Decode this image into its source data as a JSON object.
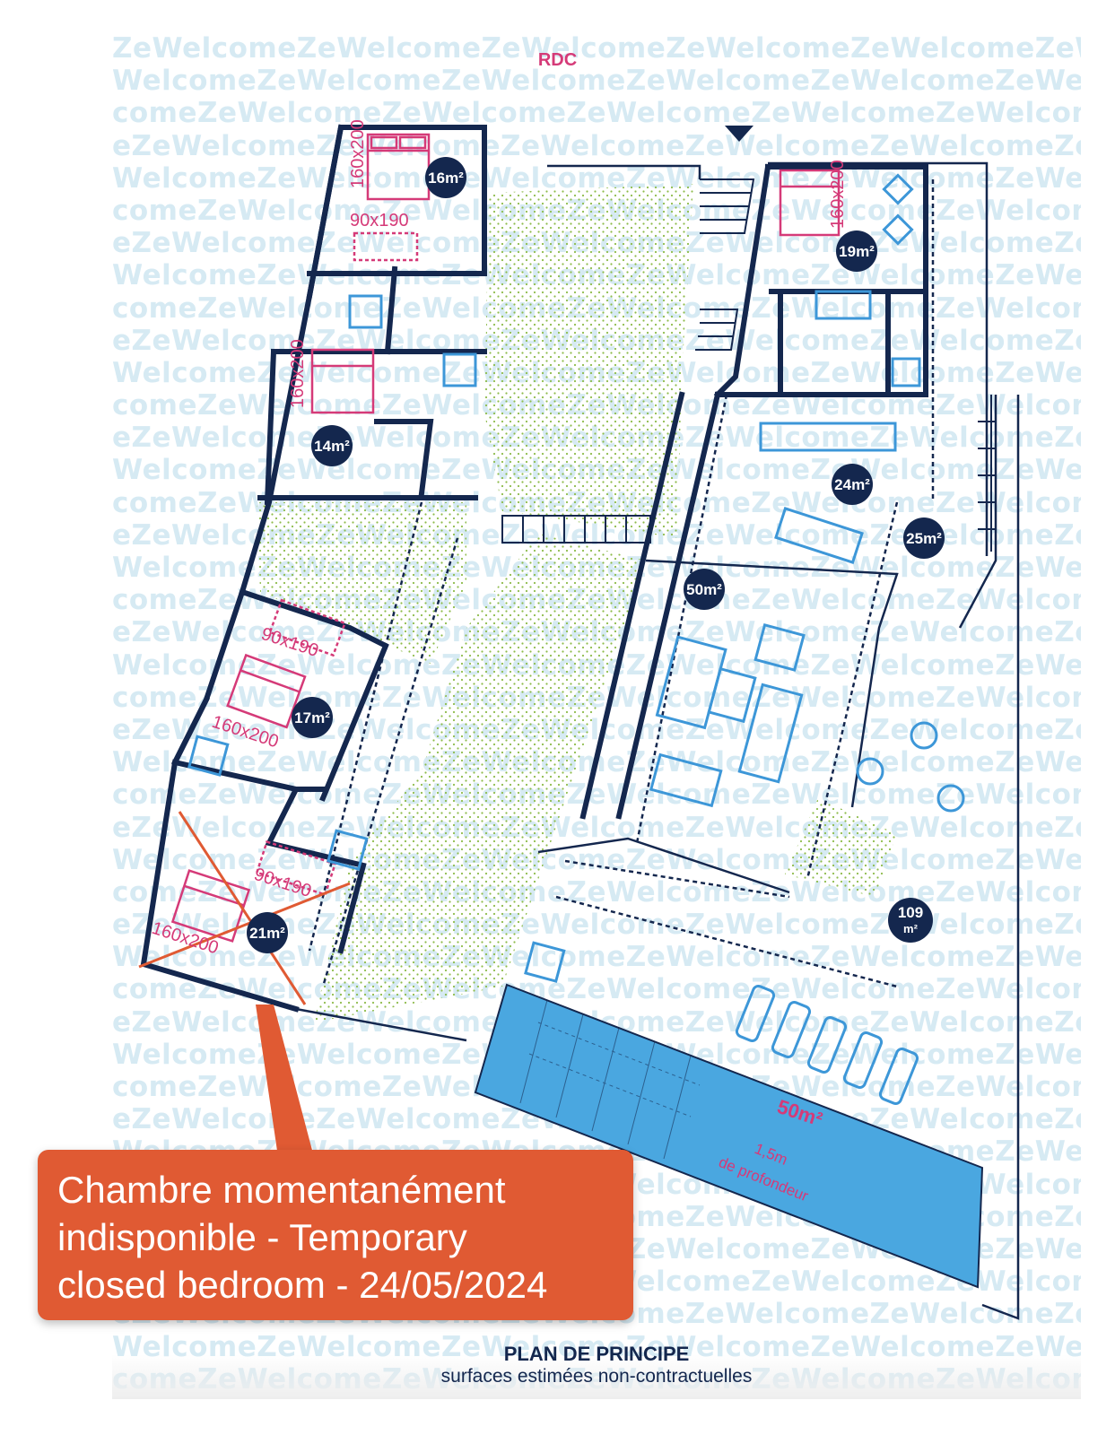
{
  "watermark": {
    "text": "WelcomeZe",
    "rows": [
      "ZeWelcomeZeWelcomeZeWelcomeZeWelcomeZeWelcomeZeWelcome",
      "WelcomeZeWelcomeZeWelcomeZeWelcomeZeWelcomeZeWelcomeZe",
      "comeZeWelcomeZeWelcomeZeWelcomeZeWelcomeZeWelcomeZeWel",
      "eZeWelcomeZeWelcomeZeWelcomeZeWelcomeZeWelcomeZeWelcom",
      "WelcomeZeWelcomeZeWelcomeZeWelcomeZeWelcomeZeWelcomeZe",
      "comeZeWelcomeZeWelcomeZeWelcomeZeWelcomeZeWelcomeZeWel",
      "eZeWelcomeZeWelcomeZeWelcomeZeWelcomeZeWelcomeZeWelcom",
      "WelcomeZeWelcomeZeWelcomeZeWelcomeZeWelcomeZeWelcomeZe",
      "comeZeWelcomeZeWelcomeZeWelcomeZeWelcomeZeWelcomeZeWel",
      "eZeWelcomeZeWelcomeZeWelcomeZeWelcomeZeWelcomeZeWelcom",
      "WelcomeZeWelcomeZeWelcomeZeWelcomeZeWelcomeZeWelcomeZe",
      "comeZeWelcomeZeWelcomeZeWelcomeZeWelcomeZeWelcomeZeWel",
      "eZeWelcomeZeWelcomeZeWelcomeZeWelcomeZeWelcomeZeWelcom",
      "WelcomeZeWelcomeZeWelcomeZeWelcomeZeWelcomeZeWelcomeZe",
      "comeZeWelcomeZeWelcomeZeWelcomeZeWelcomeZeWelcomeZeWel",
      "eZeWelcomeZeWelcomeZeWelcomeZeWelcomeZeWelcomeZeWelcom",
      "WelcomeZeWelcomeZeWelcomeZeWelcomeZeWelcomeZeWelcomeZe",
      "comeZeWelcomeZeWelcomeZeWelcomeZeWelcomeZeWelcomeZeWel",
      "eZeWelcomeZeWelcomeZeWelcomeZeWelcomeZeWelcomeZeWelcom",
      "WelcomeZeWelcomeZeWelcomeZeWelcomeZeWelcomeZeWelcomeZe",
      "comeZeWelcomeZeWelcomeZeWelcomeZeWelcomeZeWelcomeZeWel",
      "eZeWelcomeZeWelcomeZeWelcomeZeWelcomeZeWelcomeZeWelcom",
      "WelcomeZeWelcomeZeWelcomeZeWelcomeZeWelcomeZeWelcomeZe",
      "comeZeWelcomeZeWelcomeZeWelcomeZeWelcomeZeWelcomeZeWel",
      "eZeWelcomeZeWelcomeZeWelcomeZeWelcomeZeWelcomeZeWelcom",
      "WelcomeZeWelcomeZeWelcomeZeWelcomeZeWelcomeZeWelcomeZe",
      "comeZeWelcomeZeWelcomeZeWelcomeZeWelcomeZeWelcomeZeWel",
      "eZeWelcomeZeWelcomeZeWelcomeZeWelcomeZeWelcomeZeWelcom",
      "WelcomeZeWelcomeZeWelcomeZeWelcomeZeWelcomeZeWelcomeZe",
      "comeZeWelcomeZeWelcomeZeWelcomeZeWelcomeZeWelcomeZeWel",
      "eZeWelcomeZeWelcomeZeWelcomeZeWelcomeZeWelcomeZeWelcom",
      "WelcomeZeWelcomeZeWelcomeZeWelcomeZeWelcomeZeWelcomeZe",
      "comeZeWelcomeZeWelcomeZeWelcomeZeWelcomeZeWelcomeZeWel",
      "eZeWelcomeZeWelcomeZeWelcomeZeWelcomeZeWelcomeZeWelcom",
      "WelcomeZeWelcomeZeWelcomeZeWelcomeZeWelcomeZeWelcomeZe",
      "comeZeWelcomeZeWelcomeZeWelcomeZeWelcomeZeWelcomeZeWel",
      "eZeWelcomeZeWelcomeZeWelcomeZeWelcomeZeWelcomeZeWelcom",
      "WelcomeZeWelcomeZeWelcomeZeWelcomeZeWelcomeZeWelcomeZe",
      "comeZeWelcomeZeWelcomeZeWelcomeZeWelcomeZeWelcomeZeWel",
      "eZeWelcomeZeWelcomeZeWelcomeZeWelcomeZeWelcomeZeWelcom",
      "WelcomeZeWelcomeZeWelcomeZeWelcomeZeWelcomeZeWelcomeZe",
      "comeZeWelcomeZeWelcomeZeWelcomeZeWelcomeZeWelcomeZeWel"
    ]
  },
  "level_label": "RDC",
  "room_areas": {
    "r16": "16m²",
    "r14": "14m²",
    "r17": "17m²",
    "r21": "21m²",
    "r19": "19m²",
    "r24": "24m²",
    "r25": "25m²",
    "r50": "50m²",
    "r109_a": "109",
    "r109_b": "m²"
  },
  "bed_sizes": {
    "b1": "160x200",
    "b2": "90x190",
    "b3": "160x200",
    "b4": "160x200",
    "b5": "90x190",
    "b6": "160x200",
    "b7": "90x190",
    "b8": "160x200"
  },
  "pool": {
    "area": "50m²",
    "depth_line1": "1,5m",
    "depth_line2": "de profondeur"
  },
  "notice": {
    "line1": "Chambre momentanément",
    "line2": "indisponible - Temporary",
    "line3": "closed bedroom - 24/05/2024"
  },
  "footer": {
    "title": "PLAN DE PRINCIPE",
    "subtitle": "surfaces estimées non-contractuelles"
  },
  "colors": {
    "walls": "#14274e",
    "bed": "#d53a78",
    "furniture": "#3d97d8",
    "pool": "#4aa7e0",
    "garden_dots": "#8dbb4a",
    "notice": "#e05a33",
    "watermark": "#d6eaf3"
  }
}
